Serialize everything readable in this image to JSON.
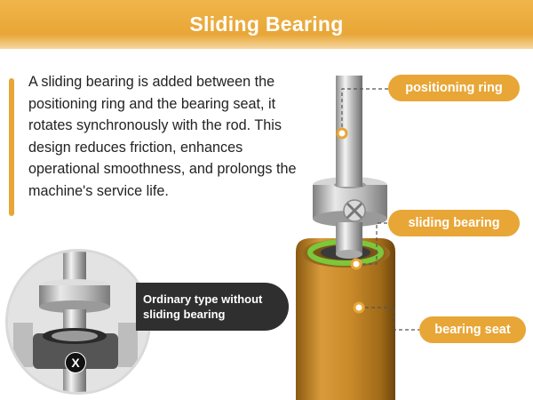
{
  "header": {
    "title": "Sliding Bearing"
  },
  "description": "A sliding bearing is added between the positioning ring and the bearing seat, it rotates synchronously with the rod. This design reduces friction, enhances operational smoothness, and prolongs the machine's service life.",
  "callouts": {
    "positioning_ring": "positioning ring",
    "sliding_bearing": "sliding bearing",
    "bearing_seat": "bearing seat"
  },
  "inset": {
    "label": "Ordinary type without sliding bearing",
    "badge": "X"
  },
  "colors": {
    "accent": "#e8a636",
    "header_text": "#ffffff",
    "label_dark": "#2f2f2f",
    "bearing_green": "#7cc73a",
    "seat_gold": "#c98a2a"
  }
}
